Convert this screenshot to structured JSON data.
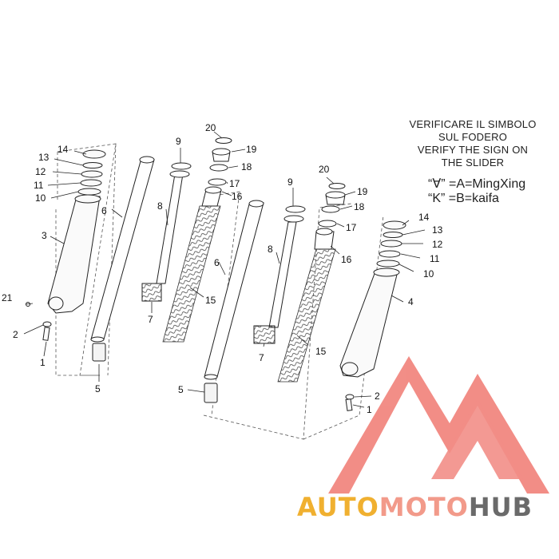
{
  "notes": {
    "line1": "VERIFICARE IL SIMBOLO",
    "line2": "SUL FODERO",
    "line3": "VERIFY THE SIGN ON",
    "line4": "THE SLIDER",
    "sign_a": "“∀” =A=MingXing",
    "sign_k": "“K” =B=kaifa"
  },
  "callouts": [
    "1",
    "2",
    "3",
    "4",
    "5",
    "6",
    "7",
    "8",
    "9",
    "10",
    "11",
    "12",
    "13",
    "14",
    "15",
    "16",
    "17",
    "18",
    "19",
    "20",
    "21"
  ],
  "watermark": {
    "part1": "AUTO",
    "part2": "MOTO",
    "part3": "HUB",
    "colors": {
      "auto": "#f0b030",
      "moto": "#f29a8a",
      "hub": "#6a6a6a",
      "logo": "#f07a72"
    }
  },
  "line_color": "#333333"
}
